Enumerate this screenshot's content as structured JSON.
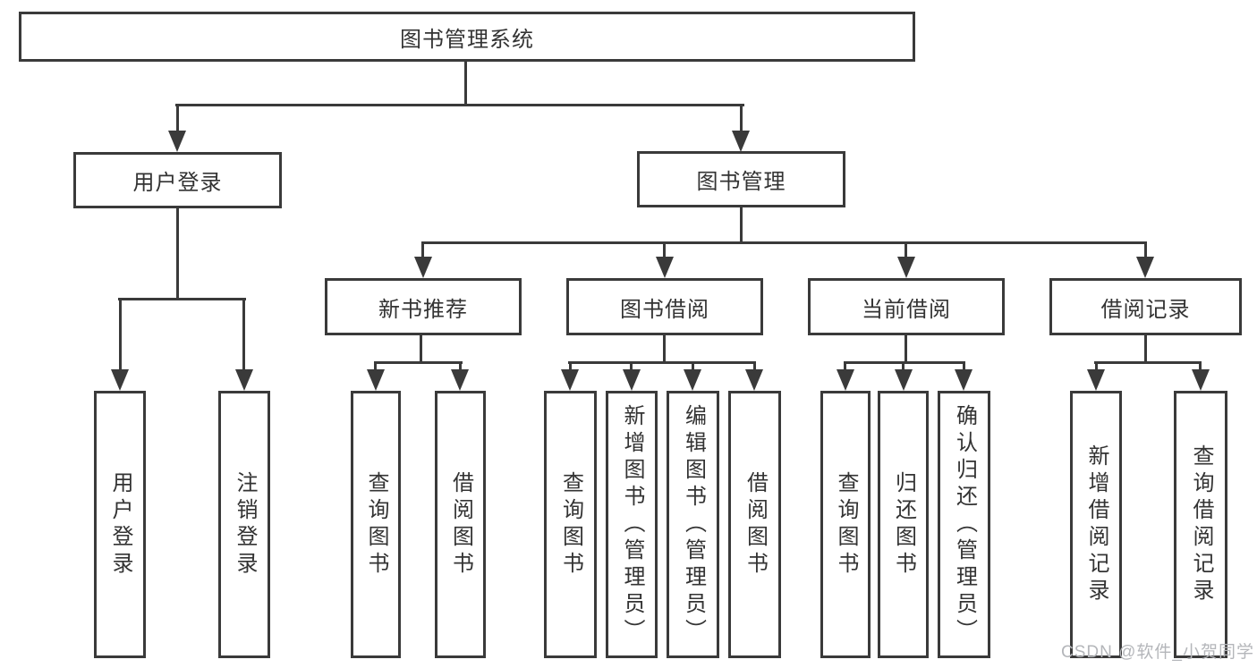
{
  "diagram": {
    "root": "图书管理系统",
    "branches": [
      {
        "label": "用户登录",
        "children": [
          "用户登录",
          "注销登录"
        ]
      },
      {
        "label": "图书管理",
        "children": [
          {
            "label": "新书推荐",
            "children": [
              "查询图书",
              "借阅图书"
            ]
          },
          {
            "label": "图书借阅",
            "children": [
              "查询图书",
              "新增图书（管理员）",
              "编辑图书（管理员）",
              "借阅图书"
            ]
          },
          {
            "label": "当前借阅",
            "children": [
              "查询图书",
              "归还图书",
              "确认归还（管理员）"
            ]
          },
          {
            "label": "借阅记录",
            "children": [
              "新增借阅记录",
              "查询借阅记录"
            ]
          }
        ]
      }
    ],
    "watermark": "CSDN @软件_小贺同学"
  },
  "colors": {
    "line": "#3a3a3a",
    "text": "#333333",
    "background": "#ffffff",
    "watermark": "#b4b6ba"
  }
}
